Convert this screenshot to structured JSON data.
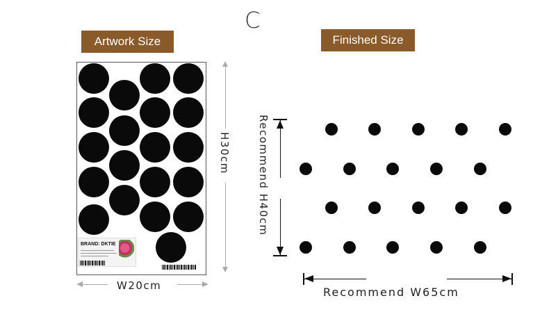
{
  "variant_letter": "C",
  "artwork": {
    "title": "Artwork Size",
    "width_label": "W20cm",
    "height_label": "H30cm",
    "brand_text": "BRAND: DKTIE"
  },
  "finished": {
    "title": "Finished Size",
    "width_label": "Recommend W65cm",
    "height_label": "Recommend H40cm"
  },
  "colors": {
    "tag_background": "#8a5a2b",
    "dot": "#0a0a0a"
  }
}
